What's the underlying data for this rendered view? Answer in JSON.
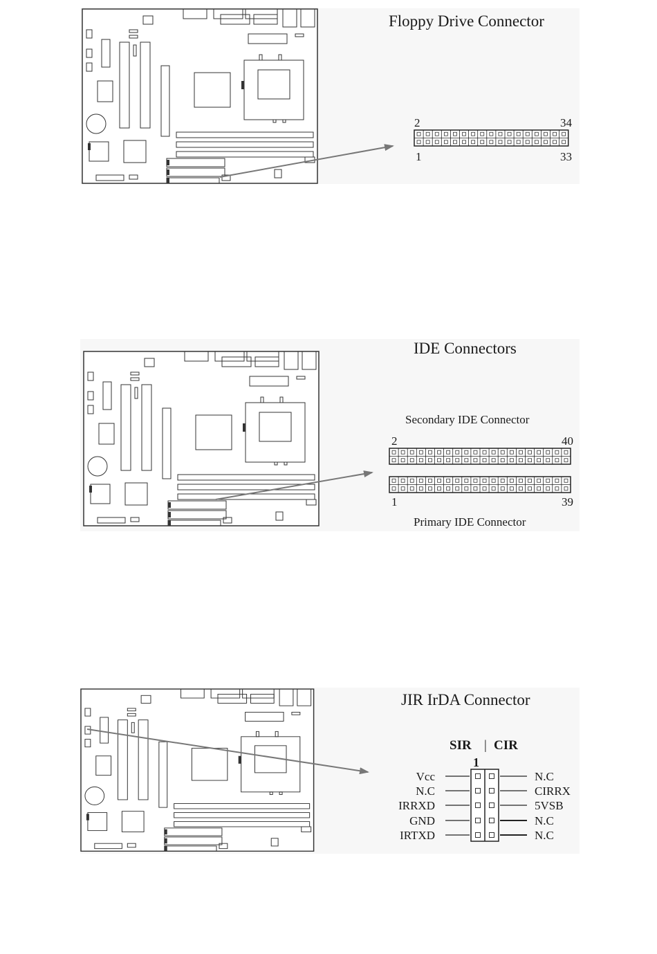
{
  "floppy": {
    "title": "Floppy Drive Connector",
    "pin_top_left": "2",
    "pin_top_right": "34",
    "pin_bottom_left": "1",
    "pin_bottom_right": "33"
  },
  "ide": {
    "title": "IDE Connectors",
    "secondary_label": "Secondary IDE  Connector",
    "primary_label": "Primary IDE  Connector",
    "pin_top_left": "2",
    "pin_top_right": "40",
    "pin_bottom_left": "1",
    "pin_bottom_right": "39"
  },
  "jir": {
    "title": "JIR  IrDA Connector",
    "header_left": "SIR",
    "header_sep": "|",
    "header_right": "CIR",
    "pin_one": "1",
    "left_pins": [
      "Vcc",
      "N.C",
      "IRRXD",
      "GND",
      "IRTXD"
    ],
    "right_pins": [
      "N.C",
      "CIRRX",
      "5VSB",
      "N.C",
      "N.C"
    ]
  },
  "colors": {
    "line": "#333333",
    "arrow": "#777777",
    "panel": "#f7f7f7"
  }
}
